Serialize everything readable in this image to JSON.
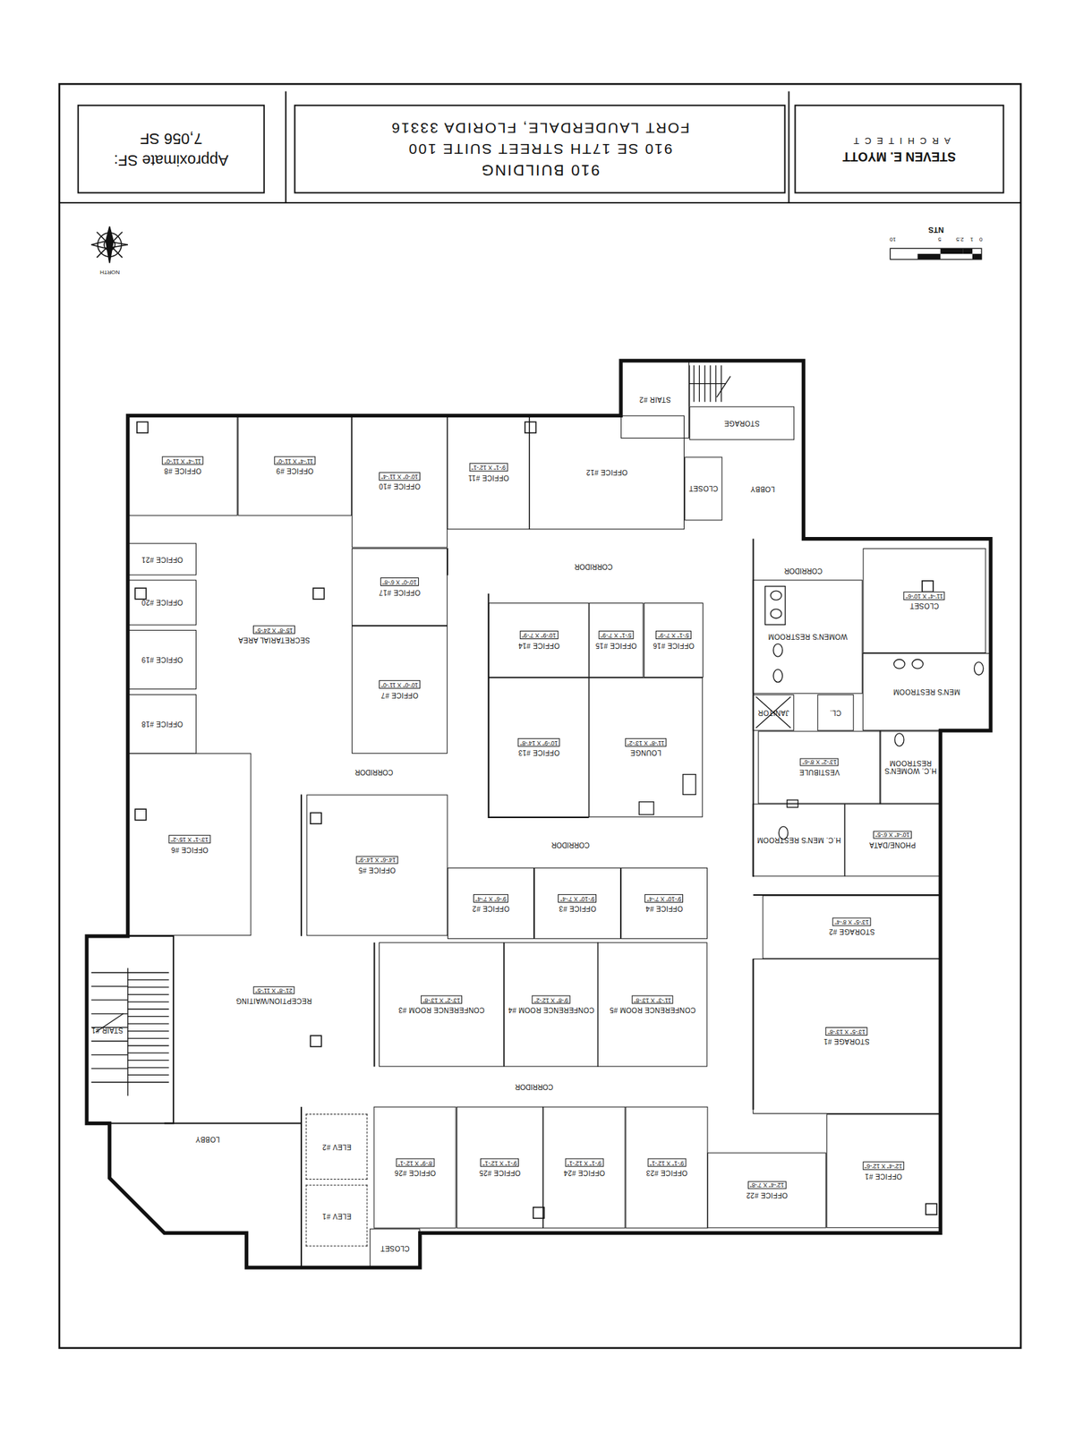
{
  "diagram": {
    "nodes": [
      {
        "text": [
          "Approximate SF:",
          "7,056 SF"
        ]
      },
      {
        "text": [
          "910 BUILDING",
          "910 SE 17TH STREET SUITE 100",
          "FORT LAUDERDALE, FLORIDA 33316"
        ]
      },
      {
        "text": [
          "STEVEN E. MYOTT",
          "ARCHITECT"
        ]
      },
      {
        "text": [
          "OFFICE #8",
          "11'-4\" X 11'-0\""
        ]
      },
      {
        "text": [
          "OFFICE #9",
          "11'-4\" X 11'-0\""
        ]
      },
      {
        "text": [
          "OFFICE #10",
          "10'-0\" X 11'-4\""
        ]
      },
      {
        "text": [
          "OFFICE #11",
          "9'-1\" X 12'-1\""
        ]
      },
      {
        "text": [
          "OFFICE #12"
        ]
      },
      {
        "text": [
          "CLOSET"
        ]
      },
      {
        "text": [
          "LOBBY"
        ]
      },
      {
        "text": [
          "STAIR #2"
        ]
      },
      {
        "text": [
          "STORAGE"
        ]
      },
      {
        "text": [
          "OFFICE #21"
        ]
      },
      {
        "text": [
          "OFFICE #20"
        ]
      },
      {
        "text": [
          "OFFICE #19"
        ]
      },
      {
        "text": [
          "OFFICE #18"
        ]
      },
      {
        "text": [
          "SECRETARIAL AREA",
          "15'-8\" X 24'-5\""
        ]
      },
      {
        "text": [
          "OFFICE #17",
          "10'-0\" X 6'-8\""
        ]
      },
      {
        "text": [
          "OFFICE #7",
          "10'-0\" X 11'-0\""
        ]
      },
      {
        "text": [
          "OFFICE #14",
          "10'-9\" X 7'-9\""
        ]
      },
      {
        "text": [
          "OFFICE #15",
          "5'-1\" X 7'-9\""
        ]
      },
      {
        "text": [
          "OFFICE #16",
          "5'-1\" X 7'-9\""
        ]
      },
      {
        "text": [
          "OFFICE #13",
          "10'-9\" X 14'-8\""
        ]
      },
      {
        "text": [
          "LOUNGE",
          "11'-8\" X 13'-2\""
        ]
      },
      {
        "text": [
          "WOMEN'S RESTROOM"
        ]
      },
      {
        "text": [
          "CLOSET",
          "11'-4\" X 10'-6\""
        ]
      },
      {
        "text": [
          "MEN'S RESTROOM"
        ]
      },
      {
        "text": [
          "JANITOR"
        ]
      },
      {
        "text": [
          "CL."
        ]
      },
      {
        "text": [
          "VESTIBULE",
          "13'-2\" X 8'-6\""
        ]
      },
      {
        "text": [
          "H.C. WOMEN'S RESTROOM"
        ]
      },
      {
        "text": [
          "H.C. MEN'S RESTROOM"
        ]
      },
      {
        "text": [
          "PHONE/DATA",
          "10'-4\" X 6'-5\""
        ]
      },
      {
        "text": [
          "OFFICE #6",
          "13'-1\" X 15'-2\""
        ]
      },
      {
        "text": [
          "OFFICE #5",
          "14'-6\" X 14'-9\""
        ]
      },
      {
        "text": [
          "OFFICE #2",
          "9'-6\" X 7'-4\""
        ]
      },
      {
        "text": [
          "OFFICE #3",
          "9'-10\" X 7'-4\""
        ]
      },
      {
        "text": [
          "OFFICE #4",
          "9'-10\" X 7'-4\""
        ]
      },
      {
        "text": [
          "CONFERENCE ROOM #3",
          "13'-2\" X 13'-8\""
        ]
      },
      {
        "text": [
          "CONFERENCE ROOM #4",
          "9'-8\" X 12'-2\""
        ]
      },
      {
        "text": [
          "CONFERENCE ROOM #5",
          "11'-3\" X 13'-8\""
        ]
      },
      {
        "text": [
          "STORAGE #2",
          "13'-5\" X 8'-4\""
        ]
      },
      {
        "text": [
          "STORAGE #1",
          "13'-5\" X 13'-8\""
        ]
      },
      {
        "text": [
          "RECEPTION/WAITING",
          "21'-8\" X 11'-5\""
        ]
      },
      {
        "text": [
          "STAIR #1"
        ]
      },
      {
        "text": [
          "LOBBY"
        ]
      },
      {
        "text": [
          "ELEV #2"
        ]
      },
      {
        "text": [
          "ELEV #1"
        ]
      },
      {
        "text": [
          "CLOSET"
        ]
      },
      {
        "text": [
          "OFFICE #26",
          "8'-9\" X 12'-1\""
        ]
      },
      {
        "text": [
          "OFFICE #25",
          "9'-1\" X 12'-1\""
        ]
      },
      {
        "text": [
          "OFFICE #24",
          "9'-1\" X 12'-1\""
        ]
      },
      {
        "text": [
          "OFFICE #23",
          "9'-1\" X 12'-1\""
        ]
      },
      {
        "text": [
          "OFFICE #22",
          "12'-4\" X 7'-8\""
        ]
      },
      {
        "text": [
          "OFFICE #1",
          "12'-4\" X 12'-6\""
        ]
      }
    ],
    "labels": [
      "NTS",
      "0",
      "1",
      "2.5",
      "5",
      "10",
      "NORTH",
      "CORRIDOR",
      "CORRIDOR",
      "CORRIDOR",
      "CORRIDOR",
      "CORRIDOR"
    ]
  }
}
